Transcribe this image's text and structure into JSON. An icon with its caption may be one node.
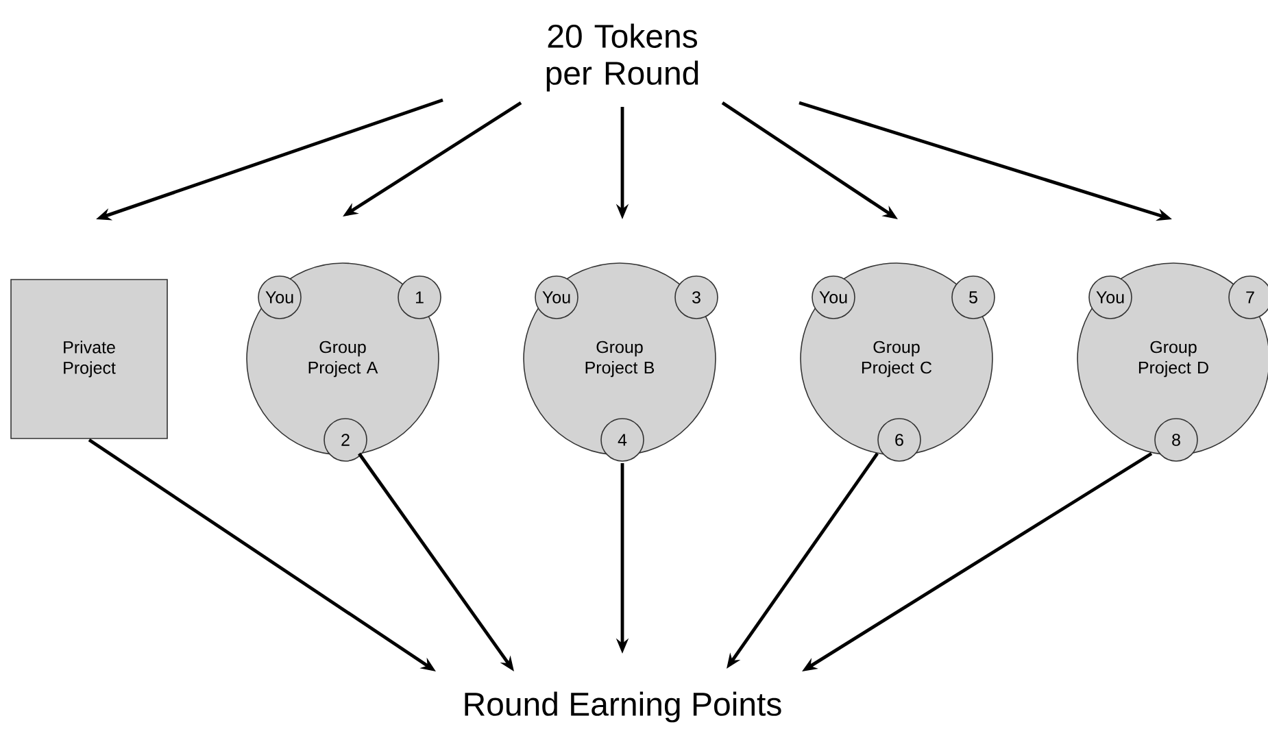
{
  "diagram": {
    "nodes": [
      {
        "text": [
          "20 Tokens per Round"
        ]
      },
      {
        "text": [
          "Private Project"
        ]
      },
      {
        "text": [
          "Group Project A"
        ]
      },
      {
        "text": [
          "You"
        ],
        "in": 2
      },
      {
        "text": [
          "1"
        ]
      },
      {
        "text": [
          "2"
        ]
      },
      {
        "text": [
          "Group Project B"
        ]
      },
      {
        "text": [
          "You"
        ],
        "in": 6
      },
      {
        "text": [
          "3"
        ]
      },
      {
        "text": [
          "4"
        ]
      },
      {
        "text": [
          "Group Project C"
        ]
      },
      {
        "text": [
          "You"
        ],
        "in": 10
      },
      {
        "text": [
          "5"
        ]
      },
      {
        "text": [
          "6"
        ]
      },
      {
        "text": [
          "Group Project D"
        ]
      },
      {
        "text": [
          "You"
        ],
        "in": 14
      },
      {
        "text": [
          "7"
        ]
      },
      {
        "text": [
          "8"
        ]
      },
      {
        "text": [
          "Round Earning Points"
        ]
      }
    ],
    "edges": [
      {
        "from": 0,
        "to": 1,
        "arrow": "to"
      },
      {
        "from": 0,
        "to": 2,
        "arrow": "to"
      },
      {
        "from": 0,
        "to": 6,
        "arrow": "to"
      },
      {
        "from": 0,
        "to": 10,
        "arrow": "to"
      },
      {
        "from": 0,
        "to": 14,
        "arrow": "to"
      },
      {
        "from": 1,
        "to": 18,
        "arrow": "to"
      },
      {
        "from": 2,
        "to": 18,
        "arrow": "to"
      },
      {
        "from": 6,
        "to": 18,
        "arrow": "to"
      },
      {
        "from": 10,
        "to": 18,
        "arrow": "to"
      },
      {
        "from": 14,
        "to": 18,
        "arrow": "to"
      }
    ]
  }
}
